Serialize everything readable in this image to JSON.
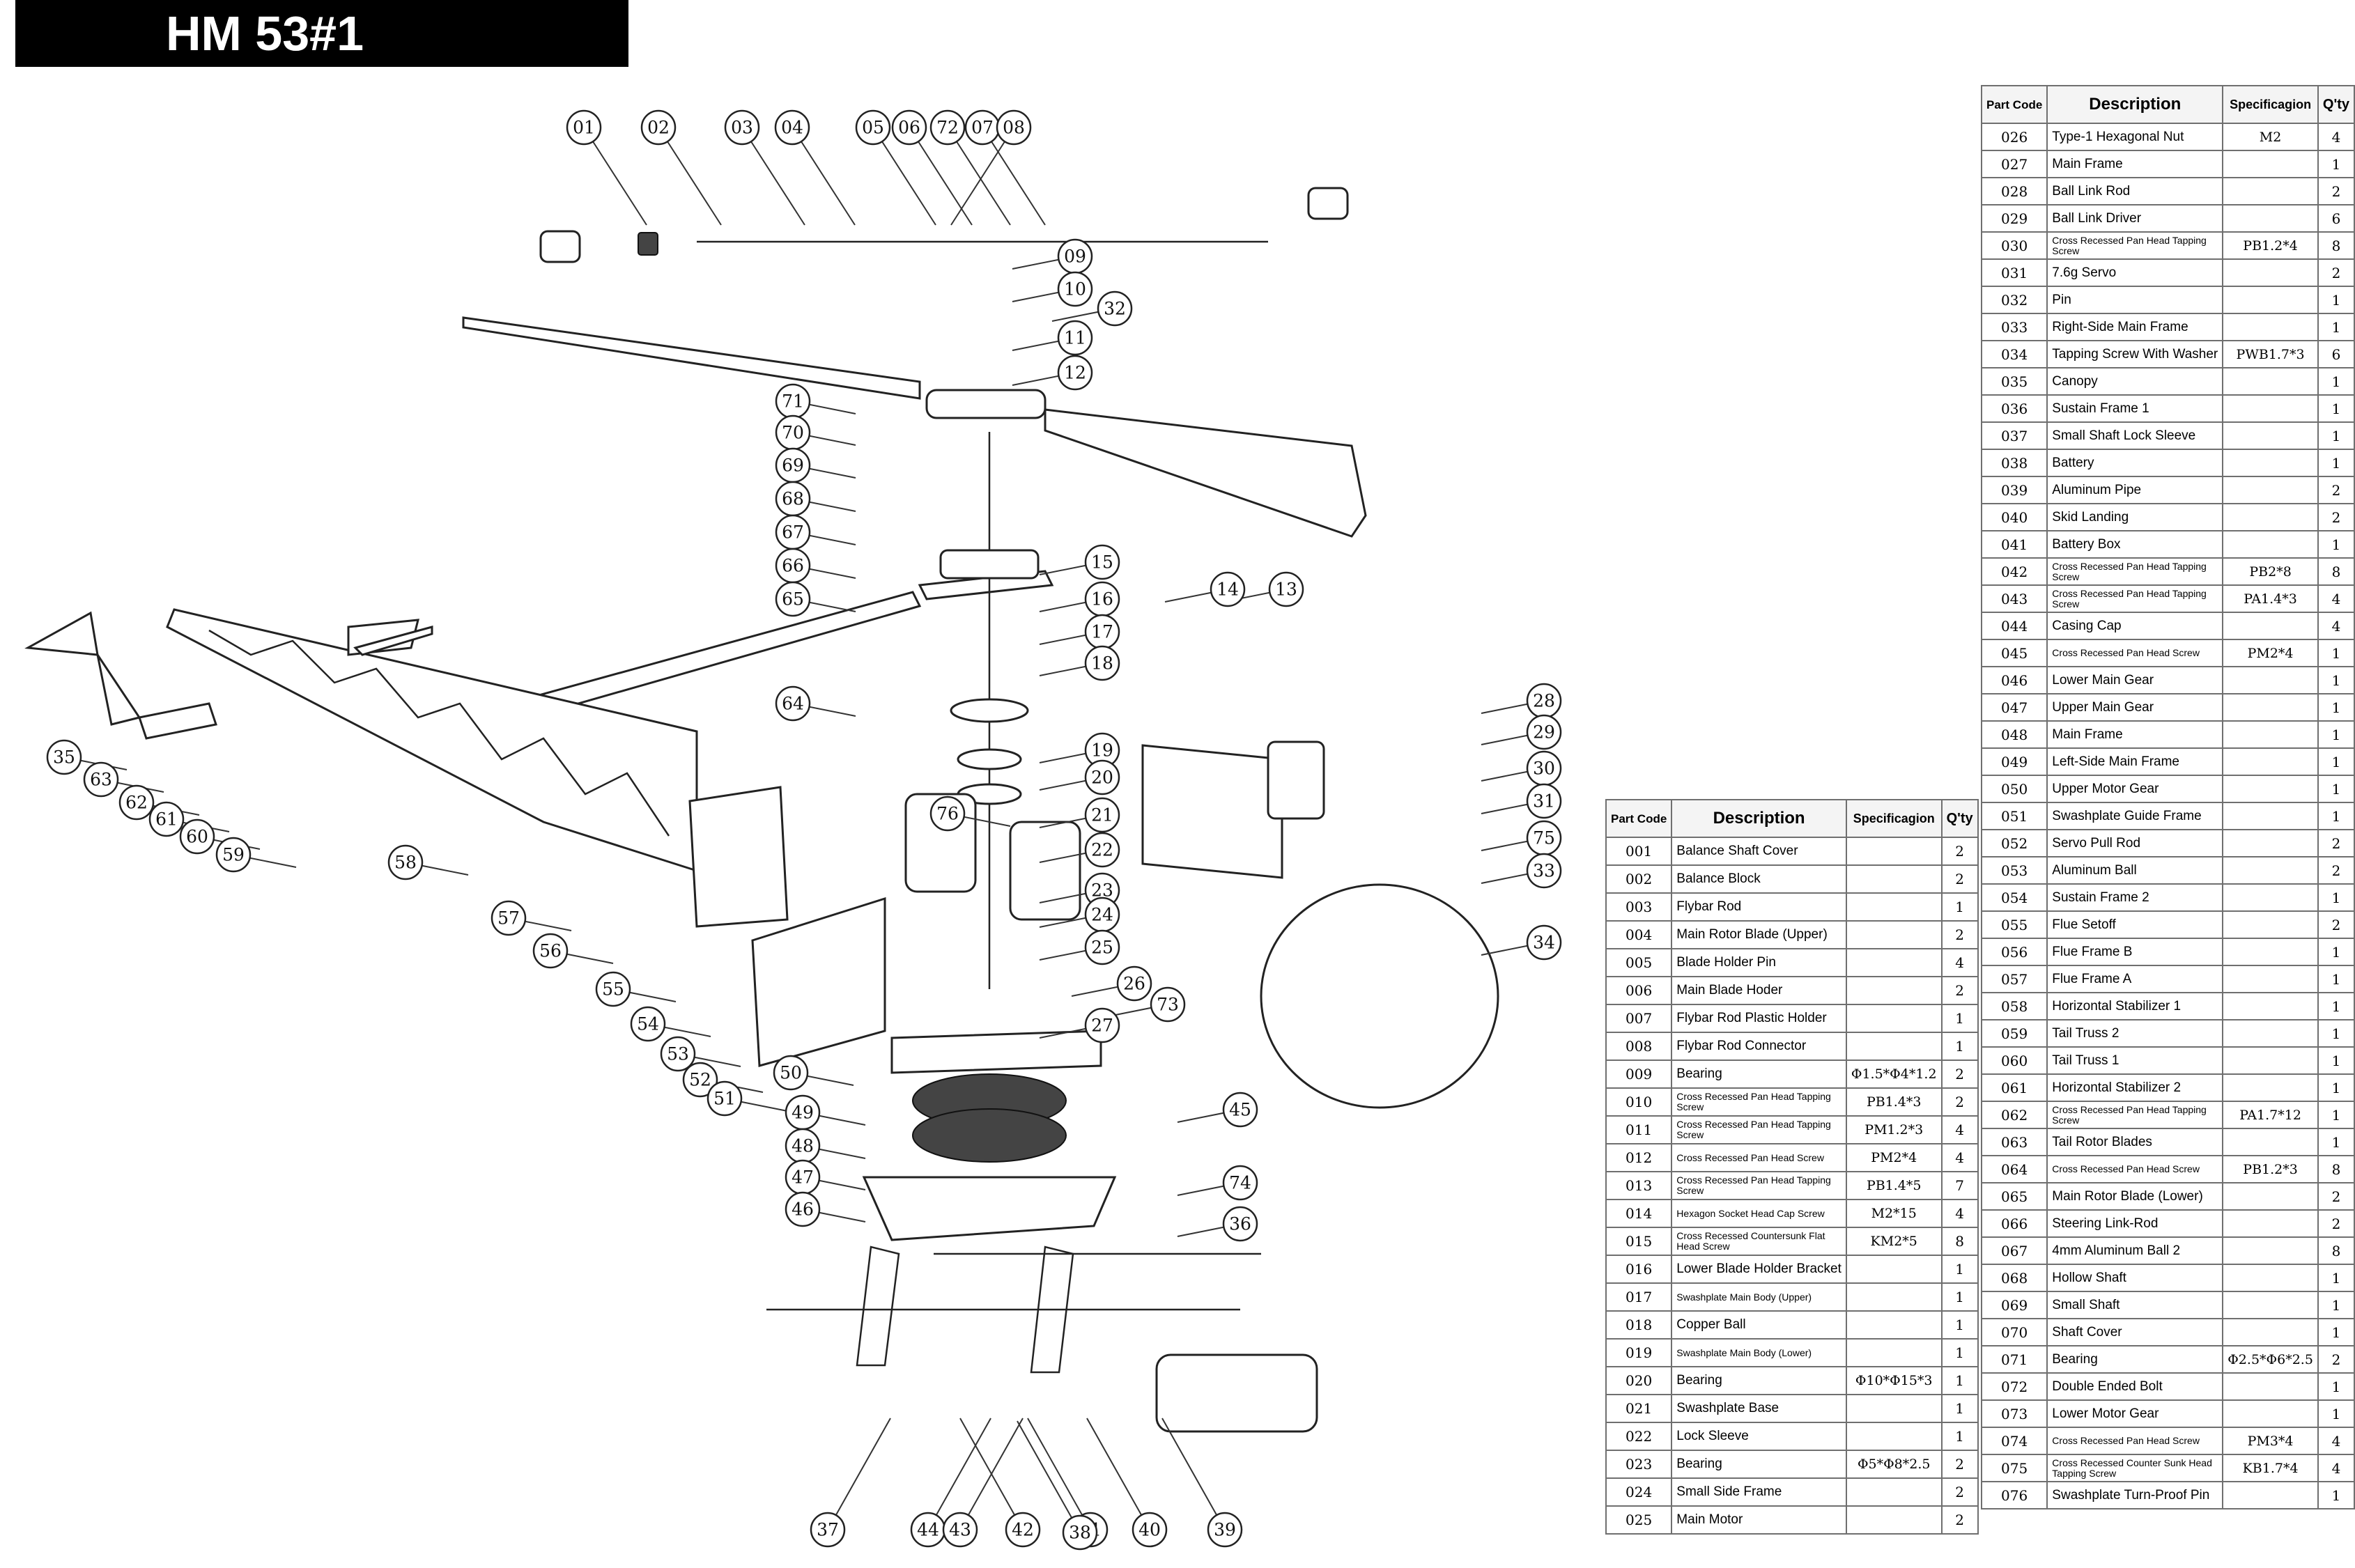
{
  "title": "HM 53#1",
  "callouts": [
    "01",
    "02",
    "03",
    "04",
    "05",
    "06",
    "72",
    "07",
    "08",
    "09",
    "10",
    "32",
    "11",
    "12",
    "71",
    "70",
    "69",
    "68",
    "67",
    "66",
    "65",
    "15",
    "16",
    "17",
    "18",
    "64",
    "19",
    "20",
    "76",
    "21",
    "22",
    "23",
    "24",
    "25",
    "26",
    "73",
    "27",
    "14",
    "13",
    "28",
    "29",
    "30",
    "31",
    "75",
    "33",
    "34",
    "35",
    "63",
    "62",
    "61",
    "60",
    "59",
    "58",
    "57",
    "56",
    "55",
    "54",
    "53",
    "52",
    "51",
    "50",
    "49",
    "48",
    "47",
    "46",
    "45",
    "74",
    "36",
    "37",
    "44",
    "43",
    "42",
    "41",
    "40",
    "39",
    "38"
  ],
  "headers": {
    "code": "Part Code",
    "desc": "Description",
    "spec": "Specificagion",
    "qty": "Q'ty"
  },
  "table_left": [
    {
      "code": "001",
      "desc": "Balance Shaft Cover",
      "spec": "",
      "qty": "2"
    },
    {
      "code": "002",
      "desc": "Balance Block",
      "spec": "",
      "qty": "2"
    },
    {
      "code": "003",
      "desc": "Flybar Rod",
      "spec": "",
      "qty": "1"
    },
    {
      "code": "004",
      "desc": "Main Rotor Blade (Upper)",
      "spec": "",
      "qty": "2"
    },
    {
      "code": "005",
      "desc": "Blade Holder Pin",
      "spec": "",
      "qty": "4"
    },
    {
      "code": "006",
      "desc": "Main Blade Hoder",
      "spec": "",
      "qty": "2"
    },
    {
      "code": "007",
      "desc": "Flybar Rod Plastic Holder",
      "spec": "",
      "qty": "1"
    },
    {
      "code": "008",
      "desc": "Flybar Rod Connector",
      "spec": "",
      "qty": "1"
    },
    {
      "code": "009",
      "desc": "Bearing",
      "spec": "Φ1.5*Φ4*1.2",
      "qty": "2"
    },
    {
      "code": "010",
      "desc": "Cross Recessed Pan Head Tapping Screw",
      "spec": "PB1.4*3",
      "qty": "2"
    },
    {
      "code": "011",
      "desc": "Cross Recessed Pan Head Tapping Screw",
      "spec": "PM1.2*3",
      "qty": "4"
    },
    {
      "code": "012",
      "desc": "Cross Recessed Pan Head Screw",
      "spec": "PM2*4",
      "qty": "4"
    },
    {
      "code": "013",
      "desc": "Cross Recessed Pan Head Tapping Screw",
      "spec": "PB1.4*5",
      "qty": "7"
    },
    {
      "code": "014",
      "desc": "Hexagon Socket Head Cap Screw",
      "spec": "M2*15",
      "qty": "4"
    },
    {
      "code": "015",
      "desc": "Cross Recessed Countersunk Flat Head Screw",
      "spec": "KM2*5",
      "qty": "8"
    },
    {
      "code": "016",
      "desc": "Lower Blade Holder Bracket",
      "spec": "",
      "qty": "1"
    },
    {
      "code": "017",
      "desc": "Swashplate Main Body (Upper)",
      "spec": "",
      "qty": "1"
    },
    {
      "code": "018",
      "desc": "Copper Ball",
      "spec": "",
      "qty": "1"
    },
    {
      "code": "019",
      "desc": "Swashplate Main Body (Lower)",
      "spec": "",
      "qty": "1"
    },
    {
      "code": "020",
      "desc": "Bearing",
      "spec": "Φ10*Φ15*3",
      "qty": "1"
    },
    {
      "code": "021",
      "desc": "Swashplate Base",
      "spec": "",
      "qty": "1"
    },
    {
      "code": "022",
      "desc": "Lock Sleeve",
      "spec": "",
      "qty": "1"
    },
    {
      "code": "023",
      "desc": "Bearing",
      "spec": "Φ5*Φ8*2.5",
      "qty": "2"
    },
    {
      "code": "024",
      "desc": "Small Side Frame",
      "spec": "",
      "qty": "2"
    },
    {
      "code": "025",
      "desc": "Main Motor",
      "spec": "",
      "qty": "2"
    }
  ],
  "table_right": [
    {
      "code": "026",
      "desc": "Type-1 Hexagonal Nut",
      "spec": "M2",
      "qty": "4"
    },
    {
      "code": "027",
      "desc": "Main Frame",
      "spec": "",
      "qty": "1"
    },
    {
      "code": "028",
      "desc": "Ball Link Rod",
      "spec": "",
      "qty": "2"
    },
    {
      "code": "029",
      "desc": "Ball Link Driver",
      "spec": "",
      "qty": "6"
    },
    {
      "code": "030",
      "desc": "Cross Recessed Pan Head Tapping Screw",
      "spec": "PB1.2*4",
      "qty": "8"
    },
    {
      "code": "031",
      "desc": "7.6g Servo",
      "spec": "",
      "qty": "2"
    },
    {
      "code": "032",
      "desc": "Pin",
      "spec": "",
      "qty": "1"
    },
    {
      "code": "033",
      "desc": "Right-Side Main Frame",
      "spec": "",
      "qty": "1"
    },
    {
      "code": "034",
      "desc": "Tapping Screw With Washer",
      "spec": "PWB1.7*3",
      "qty": "6"
    },
    {
      "code": "035",
      "desc": "Canopy",
      "spec": "",
      "qty": "1"
    },
    {
      "code": "036",
      "desc": "Sustain Frame 1",
      "spec": "",
      "qty": "1"
    },
    {
      "code": "037",
      "desc": "Small Shaft Lock Sleeve",
      "spec": "",
      "qty": "1"
    },
    {
      "code": "038",
      "desc": "Battery",
      "spec": "",
      "qty": "1"
    },
    {
      "code": "039",
      "desc": "Aluminum Pipe",
      "spec": "",
      "qty": "2"
    },
    {
      "code": "040",
      "desc": "Skid Landing",
      "spec": "",
      "qty": "2"
    },
    {
      "code": "041",
      "desc": "Battery Box",
      "spec": "",
      "qty": "1"
    },
    {
      "code": "042",
      "desc": "Cross Recessed Pan Head Tapping Screw",
      "spec": "PB2*8",
      "qty": "8"
    },
    {
      "code": "043",
      "desc": "Cross Recessed Pan Head Tapping Screw",
      "spec": "PA1.4*3",
      "qty": "4"
    },
    {
      "code": "044",
      "desc": "Casing Cap",
      "spec": "",
      "qty": "4"
    },
    {
      "code": "045",
      "desc": "Cross Recessed Pan Head Screw",
      "spec": "PM2*4",
      "qty": "1"
    },
    {
      "code": "046",
      "desc": "Lower Main Gear",
      "spec": "",
      "qty": "1"
    },
    {
      "code": "047",
      "desc": "Upper Main Gear",
      "spec": "",
      "qty": "1"
    },
    {
      "code": "048",
      "desc": "Main Frame",
      "spec": "",
      "qty": "1"
    },
    {
      "code": "049",
      "desc": "Left-Side Main Frame",
      "spec": "",
      "qty": "1"
    },
    {
      "code": "050",
      "desc": "Upper Motor Gear",
      "spec": "",
      "qty": "1"
    },
    {
      "code": "051",
      "desc": "Swashplate Guide Frame",
      "spec": "",
      "qty": "1"
    },
    {
      "code": "052",
      "desc": "Servo Pull Rod",
      "spec": "",
      "qty": "2"
    },
    {
      "code": "053",
      "desc": "Aluminum Ball",
      "spec": "",
      "qty": "2"
    },
    {
      "code": "054",
      "desc": "Sustain Frame 2",
      "spec": "",
      "qty": "1"
    },
    {
      "code": "055",
      "desc": "Flue Setoff",
      "spec": "",
      "qty": "2"
    },
    {
      "code": "056",
      "desc": "Flue Frame B",
      "spec": "",
      "qty": "1"
    },
    {
      "code": "057",
      "desc": "Flue Frame A",
      "spec": "",
      "qty": "1"
    },
    {
      "code": "058",
      "desc": "Horizontal Stabilizer 1",
      "spec": "",
      "qty": "1"
    },
    {
      "code": "059",
      "desc": "Tail Truss 2",
      "spec": "",
      "qty": "1"
    },
    {
      "code": "060",
      "desc": "Tail Truss 1",
      "spec": "",
      "qty": "1"
    },
    {
      "code": "061",
      "desc": "Horizontal Stabilizer 2",
      "spec": "",
      "qty": "1"
    },
    {
      "code": "062",
      "desc": "Cross Recessed Pan Head Tapping Screw",
      "spec": "PA1.7*12",
      "qty": "1"
    },
    {
      "code": "063",
      "desc": "Tail Rotor Blades",
      "spec": "",
      "qty": "1"
    },
    {
      "code": "064",
      "desc": "Cross Recessed Pan Head Screw",
      "spec": "PB1.2*3",
      "qty": "8"
    },
    {
      "code": "065",
      "desc": "Main Rotor Blade (Lower)",
      "spec": "",
      "qty": "2"
    },
    {
      "code": "066",
      "desc": "Steering Link-Rod",
      "spec": "",
      "qty": "2"
    },
    {
      "code": "067",
      "desc": "4mm Aluminum Ball 2",
      "spec": "",
      "qty": "8"
    },
    {
      "code": "068",
      "desc": "Hollow Shaft",
      "spec": "",
      "qty": "1"
    },
    {
      "code": "069",
      "desc": "Small Shaft",
      "spec": "",
      "qty": "1"
    },
    {
      "code": "070",
      "desc": "Shaft Cover",
      "spec": "",
      "qty": "1"
    },
    {
      "code": "071",
      "desc": "Bearing",
      "spec": "Φ2.5*Φ6*2.5",
      "qty": "2"
    },
    {
      "code": "072",
      "desc": "Double Ended Bolt",
      "spec": "",
      "qty": "1"
    },
    {
      "code": "073",
      "desc": "Lower Motor Gear",
      "spec": "",
      "qty": "1"
    },
    {
      "code": "074",
      "desc": "Cross Recessed Pan Head Screw",
      "spec": "PM3*4",
      "qty": "4"
    },
    {
      "code": "075",
      "desc": "Cross Recessed Counter Sunk Head Tapping Screw",
      "spec": "KB1.7*4",
      "qty": "4"
    },
    {
      "code": "076",
      "desc": "Swashplate Turn-Proof Pin",
      "spec": "",
      "qty": "1"
    }
  ]
}
